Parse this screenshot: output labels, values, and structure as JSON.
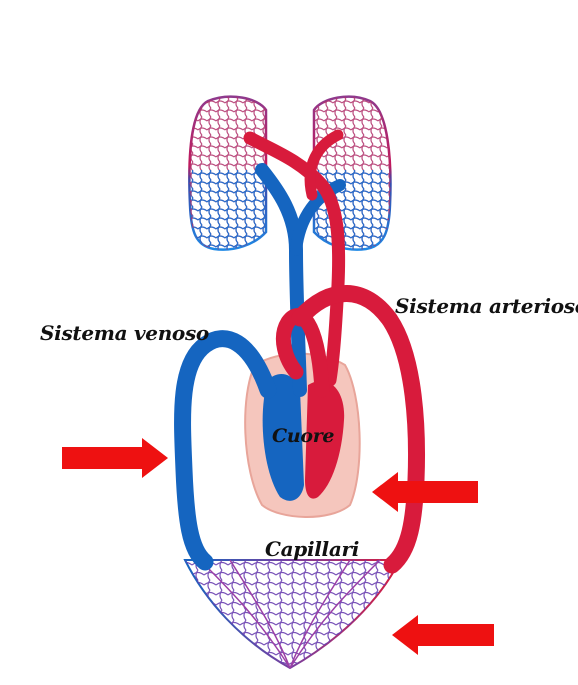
{
  "labels": {
    "venous": "Sistema venoso",
    "arterial": "Sistema arterioso",
    "heart": "Cuore",
    "capillaries": "Capillari"
  },
  "colors": {
    "vein_blue": "#1565c0",
    "artery_red": "#d81b3c",
    "capillary_purple": "#7b3f9e",
    "heart_pink": "#f2b8b0",
    "arrow_red": "#ee1111"
  }
}
